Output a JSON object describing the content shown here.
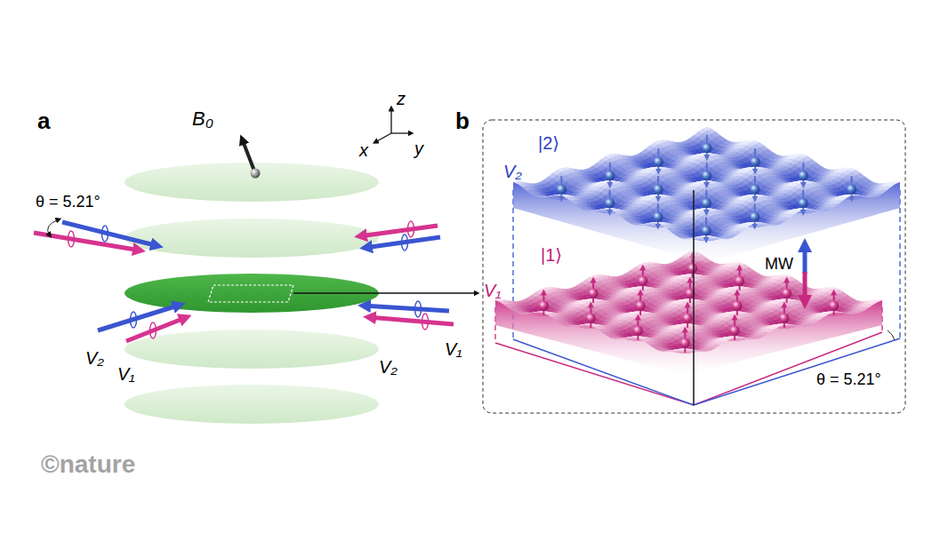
{
  "diagram": {
    "labels": [
      "a",
      "B₀",
      "z",
      "x",
      "y",
      "θ = 5.21°",
      "V₂",
      "V₁",
      "V₂",
      "V₁",
      "b",
      "|2⟩",
      "V₂",
      "|1⟩",
      "V₁",
      "MW",
      "θ = 5.21°",
      "©nature"
    ]
  }
}
